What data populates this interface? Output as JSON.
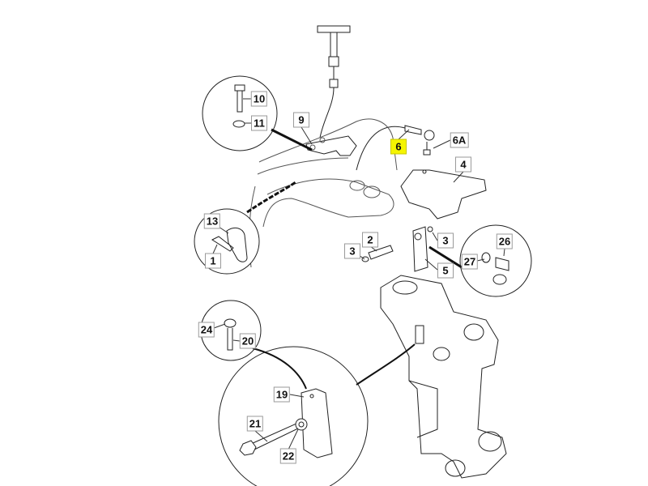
{
  "diagram": {
    "highlight_color": "#f5f500",
    "callouts": [
      {
        "id": "10",
        "label": "10"
      },
      {
        "id": "11",
        "label": "11"
      },
      {
        "id": "9",
        "label": "9"
      },
      {
        "id": "6",
        "label": "6",
        "highlighted": true
      },
      {
        "id": "6A",
        "label": "6A"
      },
      {
        "id": "4",
        "label": "4"
      },
      {
        "id": "13",
        "label": "13"
      },
      {
        "id": "1",
        "label": "1"
      },
      {
        "id": "3a",
        "label": "3"
      },
      {
        "id": "2",
        "label": "2"
      },
      {
        "id": "3b",
        "label": "3"
      },
      {
        "id": "5",
        "label": "5"
      },
      {
        "id": "26",
        "label": "26"
      },
      {
        "id": "27",
        "label": "27"
      },
      {
        "id": "24",
        "label": "24"
      },
      {
        "id": "20",
        "label": "20"
      },
      {
        "id": "19",
        "label": "19"
      },
      {
        "id": "21",
        "label": "21"
      },
      {
        "id": "22",
        "label": "22"
      }
    ]
  }
}
